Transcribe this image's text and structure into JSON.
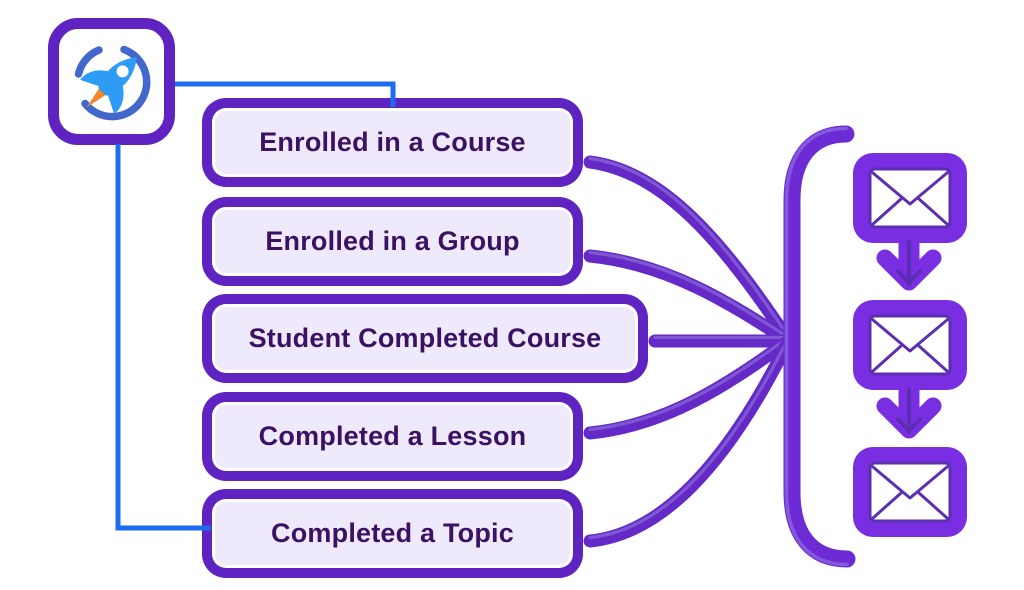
{
  "diagram": {
    "description": "LMS trigger events funneling into a sequence of emails",
    "logo": {
      "icon": "rocket-icon"
    },
    "events": [
      {
        "label": "Enrolled in a Course"
      },
      {
        "label": "Enrolled in a Group"
      },
      {
        "label": "Student Completed Course"
      },
      {
        "label": "Completed a Lesson"
      },
      {
        "label": "Completed a Topic"
      }
    ],
    "emails": {
      "icon": "envelope-icon",
      "count": 3,
      "arrow_icon": "arrow-down-icon"
    }
  },
  "colors": {
    "bg": "#ffffff",
    "boxBorder": "#5e23c1",
    "boxFill": "#efeafb",
    "text": "#3b1163",
    "ribbon": "#6429c6",
    "ribbonHl": "#7e57d2",
    "bracket": "#6c2bd4",
    "bracketHl": "#8358dd",
    "tile": "#7a2ee2",
    "envStroke": "#5c2fb2",
    "arrowInner": "#5c2db4",
    "blue": "#1d6df3",
    "ringBlue": "#4268cd",
    "rocketBlue": "#2e9cf4",
    "flame": "#f0862e"
  }
}
